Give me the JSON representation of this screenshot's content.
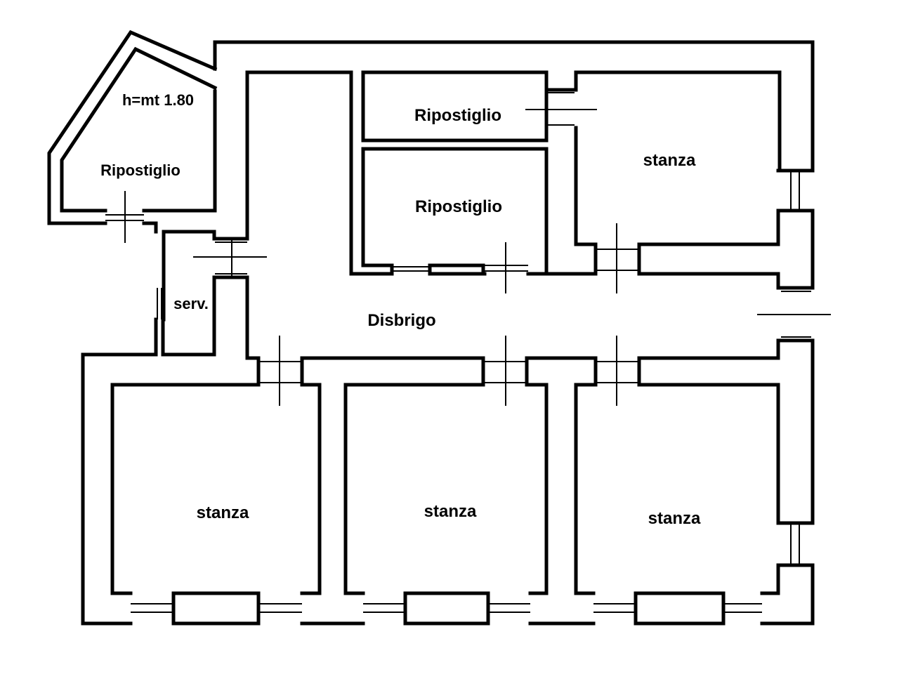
{
  "rooms": {
    "ripostiglio_nw": "Ripostiglio",
    "height_note": "h=mt 1.80",
    "ripostiglio_top": "Ripostiglio",
    "ripostiglio_mid": "Ripostiglio",
    "stanza_ne": "stanza",
    "servizio": "serv.",
    "disbrigo": "Disbrigo",
    "stanza_sw": "stanza",
    "stanza_s": "stanza",
    "stanza_se": "stanza"
  },
  "colors": {
    "wall": "#000000",
    "background": "#ffffff"
  }
}
